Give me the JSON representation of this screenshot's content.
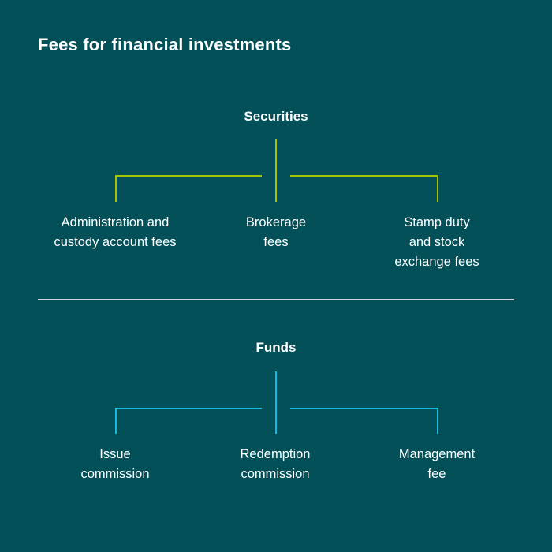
{
  "page": {
    "title": "Fees for financial investments",
    "background_color": "#035059",
    "text_color": "#ffffff",
    "divider_color": "#cfd8d8"
  },
  "sections": [
    {
      "heading": "Securities",
      "accent_color": "#a5c400",
      "items": [
        {
          "line1": "Administration and",
          "line2": "custody account fees",
          "line3": ""
        },
        {
          "line1": "Brokerage",
          "line2": "fees",
          "line3": ""
        },
        {
          "line1": "Stamp duty",
          "line2": "and stock",
          "line3": "exchange fees"
        }
      ]
    },
    {
      "heading": "Funds",
      "accent_color": "#19b8e0",
      "items": [
        {
          "line1": "Issue",
          "line2": "commission",
          "line3": ""
        },
        {
          "line1": "Redemption",
          "line2": "commission",
          "line3": ""
        },
        {
          "line1": "Management",
          "line2": "fee",
          "line3": ""
        }
      ]
    }
  ]
}
